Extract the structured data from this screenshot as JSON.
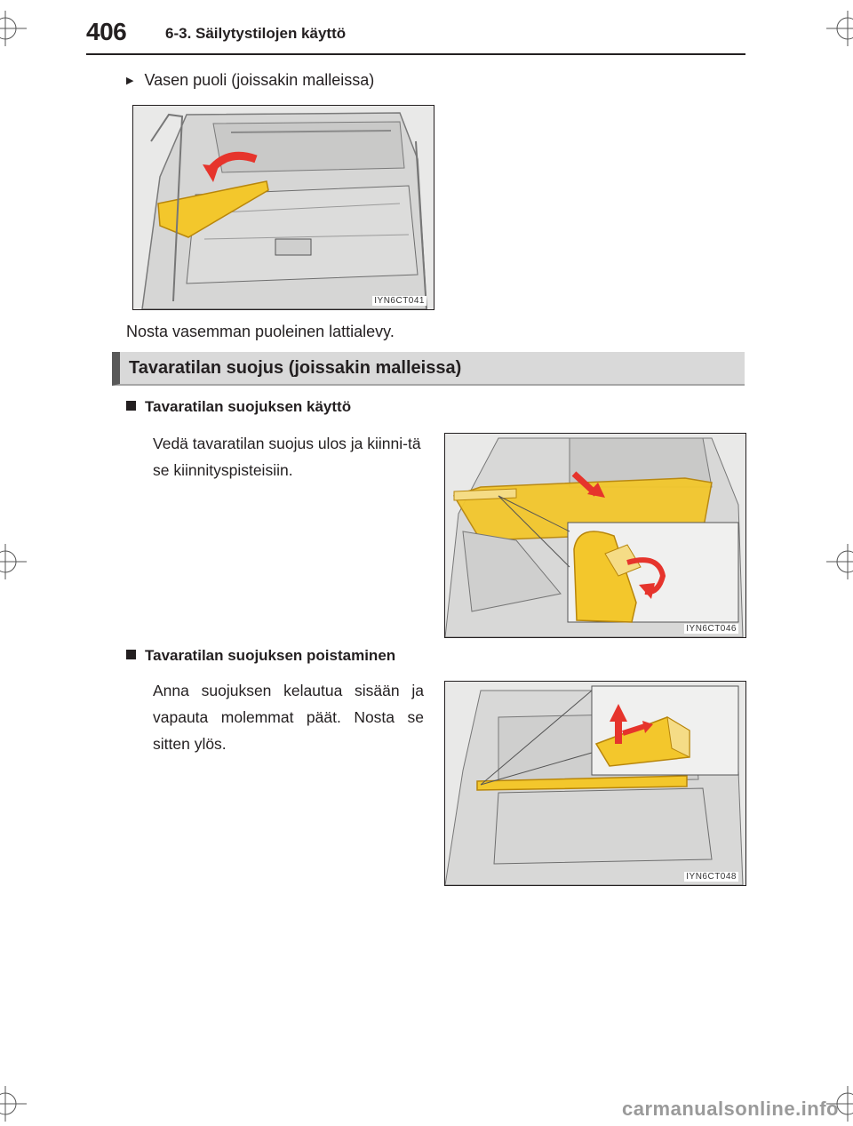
{
  "header": {
    "page_number": "406",
    "chapter_title": "6-3. Säilytystilojen käyttö"
  },
  "intro": {
    "bullet_text": "Vasen puoli (joissakin malleissa)",
    "figure1_code": "IYN6CT041",
    "caption": "Nosta vasemman puoleinen lattialevy."
  },
  "section": {
    "title": "Tavaratilan suojus (joissakin malleissa)",
    "sub1": {
      "title": "Tavaratilan suojuksen käyttö",
      "text": "Vedä tavaratilan suojus ulos ja kiinni-tä se kiinnityspisteisiin.",
      "figure_code": "IYN6CT046"
    },
    "sub2": {
      "title": "Tavaratilan suojuksen poistaminen",
      "text": "Anna suojuksen kelautua sisään ja vapauta molemmat päät. Nosta se sitten ylös.",
      "figure_code": "IYN6CT048"
    }
  },
  "footer": {
    "watermark": "carmanualsonline.info"
  },
  "colors": {
    "highlight_yellow": "#f3c72c",
    "arrow_red": "#e6342c",
    "section_bar": "#d9d9d9",
    "section_accent": "#595959"
  }
}
